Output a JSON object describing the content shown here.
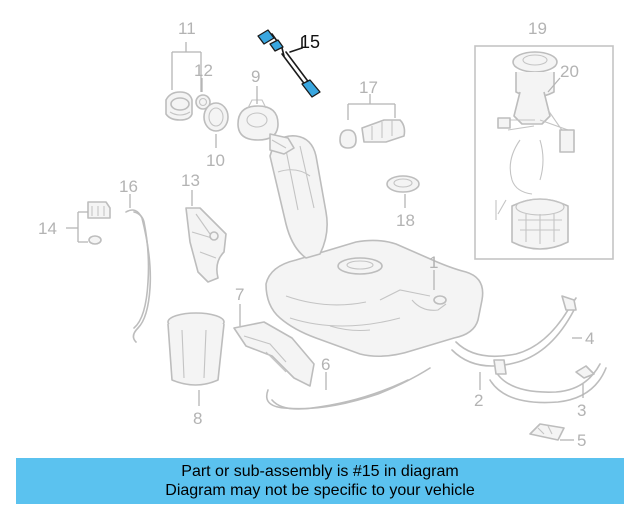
{
  "diagram": {
    "callouts": {
      "c1": "1",
      "c2": "2",
      "c3": "3",
      "c4": "4",
      "c5": "5",
      "c6": "6",
      "c7": "7",
      "c8": "8",
      "c9": "9",
      "c10": "10",
      "c11": "11",
      "c12": "12",
      "c13": "13",
      "c14": "14",
      "c15": "15",
      "c16": "16",
      "c17": "17",
      "c18": "18",
      "c19": "19",
      "c20": "20"
    },
    "highlighted_part": "15",
    "highlight_color": "#3aa7e0",
    "line_color": "#bdbdbd"
  },
  "banner": {
    "line1": "Part or sub-assembly is #15 in diagram",
    "line2": "Diagram may not be specific to your vehicle",
    "background": "#5bc2ef"
  }
}
